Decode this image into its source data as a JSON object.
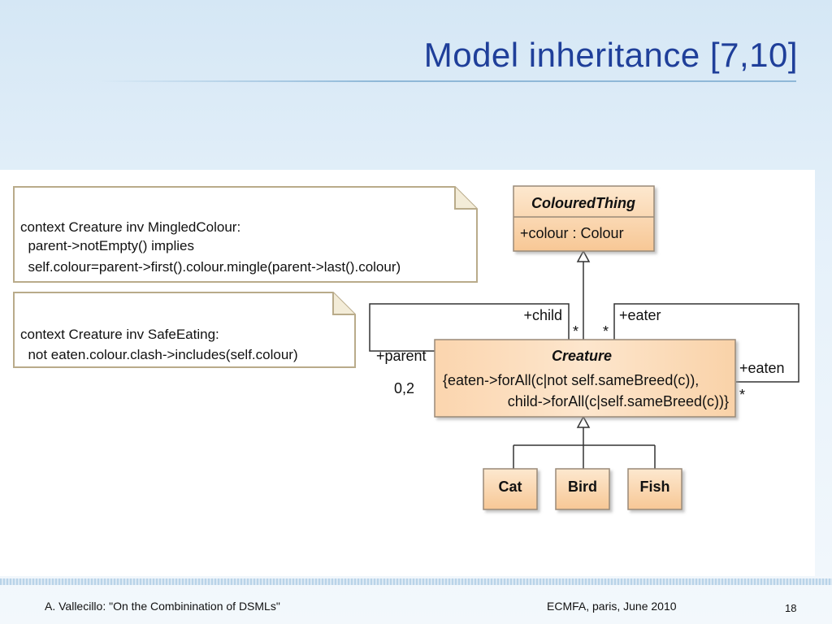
{
  "slide": {
    "title": "Model inheritance [7,10]"
  },
  "notes": [
    {
      "lines": [
        "context Creature inv MingledColour:",
        "  parent->notEmpty() implies",
        "  self.colour=parent->first().colour.mingle(parent->last().colour)"
      ]
    },
    {
      "lines": [
        "context Creature inv SafeEating:",
        "  not eaten.colour.clash->includes(self.colour)"
      ]
    }
  ],
  "classes": {
    "coloured_thing": {
      "name": "ColouredThing",
      "attribute": "+colour : Colour"
    },
    "creature": {
      "name": "Creature",
      "constraint_lines": [
        "{eaten->forAll(c|not self.sameBreed(c)),",
        "child->forAll(c|self.sameBreed(c))}"
      ]
    },
    "cat": {
      "name": "Cat"
    },
    "bird": {
      "name": "Bird"
    },
    "fish": {
      "name": "Fish"
    }
  },
  "associations": {
    "child_role": "+child",
    "child_mult": "*",
    "parent_role": "+parent",
    "parent_mult": "0,2",
    "eater_role": "+eater",
    "eater_mult": "*",
    "eaten_role": "+eaten",
    "eaten_mult": "*"
  },
  "colors": {
    "class_fill_top": "#fde3c4",
    "class_fill_bottom": "#f8c99a",
    "class_border": "#9a8a78",
    "title_color": "#1f3f9a"
  },
  "footer": {
    "author": "A. Vallecillo: \"On the Combinination of DSMLs\"",
    "event": "ECMFA, paris, June 2010",
    "page": "18"
  }
}
